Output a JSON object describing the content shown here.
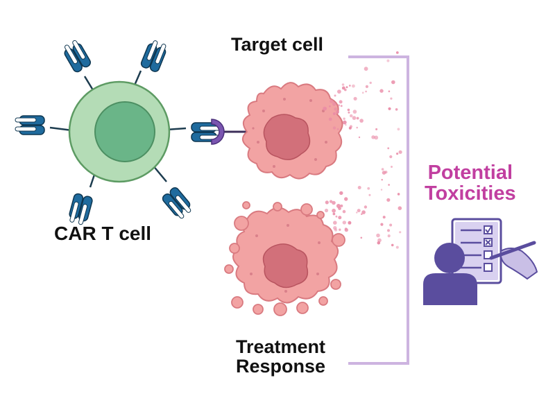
{
  "labels": {
    "target_cell": "Target cell",
    "car_t_cell": "CAR T cell",
    "treatment_response_line1": "Treatment",
    "treatment_response_line2": "Response",
    "potential_toxicities_line1": "Potential",
    "potential_toxicities_line2": "Toxicities"
  },
  "colors": {
    "tcell_outer": "#b4dcb6",
    "tcell_inner": "#6ab588",
    "receptor": "#1f6b9e",
    "tumor": "#f2a3a3",
    "tumor_nucleus": "#d2707a",
    "particles": "#e98aa6",
    "bracket": "#cdb4e0",
    "toxicity_text": "#c13fa0",
    "person": "#5a4d9e",
    "clipboard": "#c9bfe6"
  },
  "icons": [
    "car-t-cell-icon",
    "target-cell-icon",
    "treated-cell-icon",
    "clinician-checklist-icon"
  ]
}
